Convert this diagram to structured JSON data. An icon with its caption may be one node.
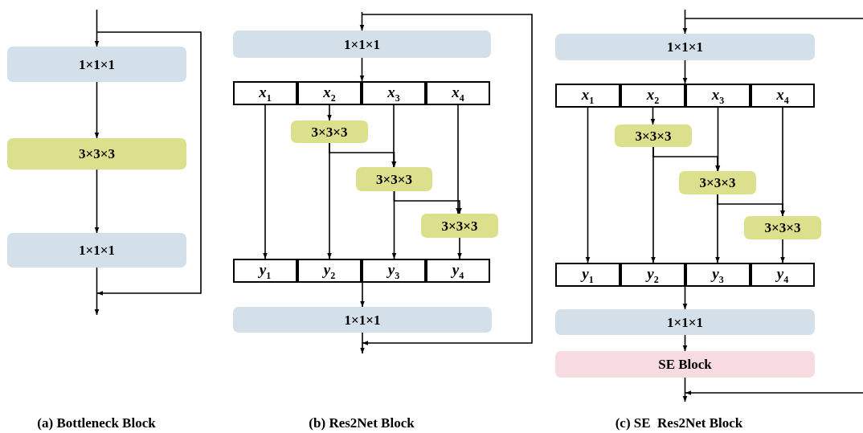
{
  "diagram": {
    "nodes": [
      {
        "text": [
          "1×1×1"
        ]
      },
      {
        "text": [
          "3×3×3"
        ]
      },
      {
        "text": [
          "1×1×1"
        ]
      },
      {
        "text": [
          "1×1×1"
        ]
      },
      {
        "text": [
          "*x*$_{1}$"
        ]
      },
      {
        "text": [
          "*x*$_{2}$"
        ]
      },
      {
        "text": [
          "*x*$_{3}$"
        ]
      },
      {
        "text": [
          "*x*$_{4}$"
        ]
      },
      {
        "text": [
          "3×3×3"
        ]
      },
      {
        "text": [
          "3×3×3"
        ]
      },
      {
        "text": [
          "3×3×3"
        ]
      },
      {
        "text": [
          "*y*$_{1}$"
        ]
      },
      {
        "text": [
          "*y*$_{2}$"
        ]
      },
      {
        "text": [
          "*y*$_{3}$"
        ]
      },
      {
        "text": [
          "*y*$_{4}$"
        ]
      },
      {
        "text": [
          "1×1×1"
        ]
      },
      {
        "text": [
          "1×1×1"
        ]
      },
      {
        "text": [
          "*x*$_{1}$"
        ]
      },
      {
        "text": [
          "*x*$_{2}$"
        ]
      },
      {
        "text": [
          "*x*$_{3}$"
        ]
      },
      {
        "text": [
          "*x*$_{4}$"
        ]
      },
      {
        "text": [
          "3×3×3"
        ]
      },
      {
        "text": [
          "3×3×3"
        ]
      },
      {
        "text": [
          "3×3×3"
        ]
      },
      {
        "text": [
          "*y*$_{1}$"
        ]
      },
      {
        "text": [
          "*y*$_{2}$"
        ]
      },
      {
        "text": [
          "*y*$_{3}$"
        ]
      },
      {
        "text": [
          "*y*$_{4}$"
        ]
      },
      {
        "text": [
          "1×1×1"
        ]
      },
      {
        "text": [
          "SE Block"
        ]
      }
    ],
    "edges": [
      {
        "from": null,
        "to": 0,
        "arrow": "to"
      },
      {
        "from": 0,
        "to": 1,
        "arrow": "to"
      },
      {
        "from": 1,
        "to": 2,
        "arrow": "to"
      },
      {
        "from": 2,
        "to": null,
        "arrow": "to"
      },
      {
        "from": null,
        "to": 3,
        "arrow": "to"
      },
      {
        "from": 3,
        "to": 5,
        "arrow": "to"
      },
      {
        "from": 3,
        "to": 6,
        "arrow": "to"
      },
      {
        "from": 4,
        "to": 11,
        "arrow": "to"
      },
      {
        "from": 5,
        "to": 8,
        "arrow": "to"
      },
      {
        "from": 8,
        "to": 12,
        "arrow": "to"
      },
      {
        "from": 8,
        "to": 9,
        "arrow": "to"
      },
      {
        "from": 6,
        "to": 9,
        "arrow": "to"
      },
      {
        "from": 9,
        "to": 13,
        "arrow": "to"
      },
      {
        "from": 9,
        "to": 10,
        "arrow": "to"
      },
      {
        "from": 7,
        "to": 10,
        "arrow": "to"
      },
      {
        "from": 10,
        "to": 14,
        "arrow": "to"
      },
      {
        "from": 12,
        "to": 15,
        "arrow": "to"
      },
      {
        "from": 13,
        "to": 15,
        "arrow": "to"
      },
      {
        "from": 15,
        "to": null,
        "arrow": "to"
      },
      {
        "from": null,
        "to": 16,
        "arrow": "to"
      },
      {
        "from": 16,
        "to": 18,
        "arrow": "to"
      },
      {
        "from": 16,
        "to": 19,
        "arrow": "to"
      },
      {
        "from": 17,
        "to": 24,
        "arrow": "to"
      },
      {
        "from": 18,
        "to": 21,
        "arrow": "to"
      },
      {
        "from": 21,
        "to": 25,
        "arrow": "to"
      },
      {
        "from": 21,
        "to": 22,
        "arrow": "to"
      },
      {
        "from": 19,
        "to": 22,
        "arrow": "to"
      },
      {
        "from": 22,
        "to": 26,
        "arrow": "to"
      },
      {
        "from": 22,
        "to": 23,
        "arrow": "to"
      },
      {
        "from": 20,
        "to": 23,
        "arrow": "to"
      },
      {
        "from": 23,
        "to": 27,
        "arrow": "to"
      },
      {
        "from": 25,
        "to": 28,
        "arrow": "to"
      },
      {
        "from": 26,
        "to": 28,
        "arrow": "to"
      },
      {
        "from": 28,
        "to": 29,
        "arrow": "to"
      },
      {
        "from": 29,
        "to": null,
        "arrow": "to"
      }
    ],
    "labels": [
      "(a) Bottleneck Block",
      "(b) Res2Net Block",
      "(c) SE  Res2Net Block"
    ]
  }
}
